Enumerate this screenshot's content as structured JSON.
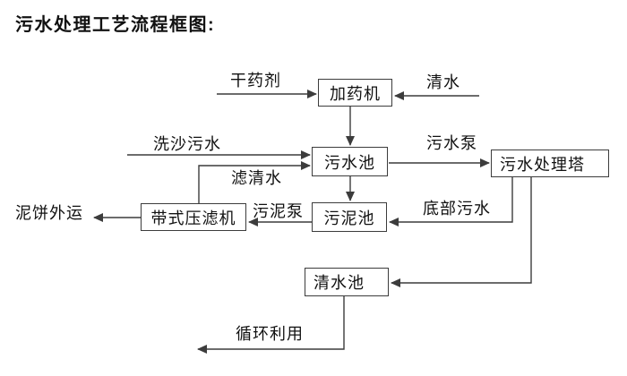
{
  "title": "污水处理工艺流程框图:",
  "colors": {
    "line": "#3c3c3c",
    "box_border": "#2f2f2f",
    "text": "#111111",
    "background": "#ffffff"
  },
  "nodes": {
    "dosing_machine": "加药机",
    "sewage_pool": "污水池",
    "treatment_tower": "污水处理塔",
    "sludge_pool": "污泥池",
    "belt_filter_press": "带式压滤机",
    "clean_water_pool": "清水池"
  },
  "flow_labels": {
    "dry_chemical": "干药剂",
    "clean_water": "清水",
    "sand_washing_sewage": "洗沙污水",
    "sewage_pump": "污水泵",
    "filtered_water": "滤清水",
    "mud_cake_out": "泥饼外运",
    "sludge_pump": "污泥泵",
    "bottom_sewage": "底部污水",
    "recycle_use": "循环利用"
  }
}
